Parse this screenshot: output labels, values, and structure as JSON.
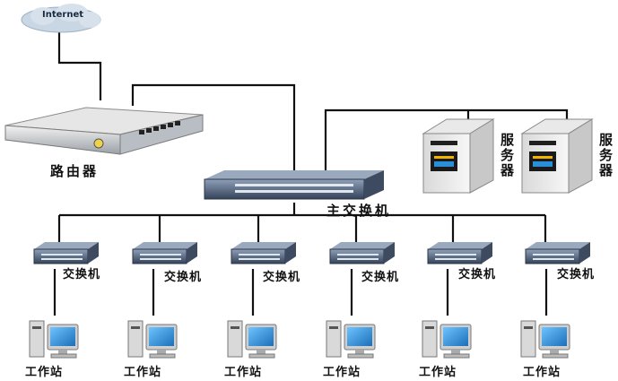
{
  "internet": {
    "label": "Internet"
  },
  "router": {
    "label": "路由器"
  },
  "main_switch": {
    "label": "主交换机"
  },
  "servers": [
    {
      "label": "服务器",
      "display": "LED"
    },
    {
      "label": "服务器",
      "display": "LED"
    }
  ],
  "switches": [
    {
      "label": "交换机"
    },
    {
      "label": "交换机"
    },
    {
      "label": "交换机"
    },
    {
      "label": "交换机"
    },
    {
      "label": "交换机"
    },
    {
      "label": "交换机"
    }
  ],
  "workstations": [
    {
      "label": "工作站"
    },
    {
      "label": "工作站"
    },
    {
      "label": "工作站"
    },
    {
      "label": "工作站"
    },
    {
      "label": "工作站"
    },
    {
      "label": "工作站"
    }
  ],
  "colors": {
    "cable": "#111111",
    "cloud": "#c9d6e3",
    "device_body": "#5b6e86",
    "monitor_screen": "#2a8fd6"
  }
}
